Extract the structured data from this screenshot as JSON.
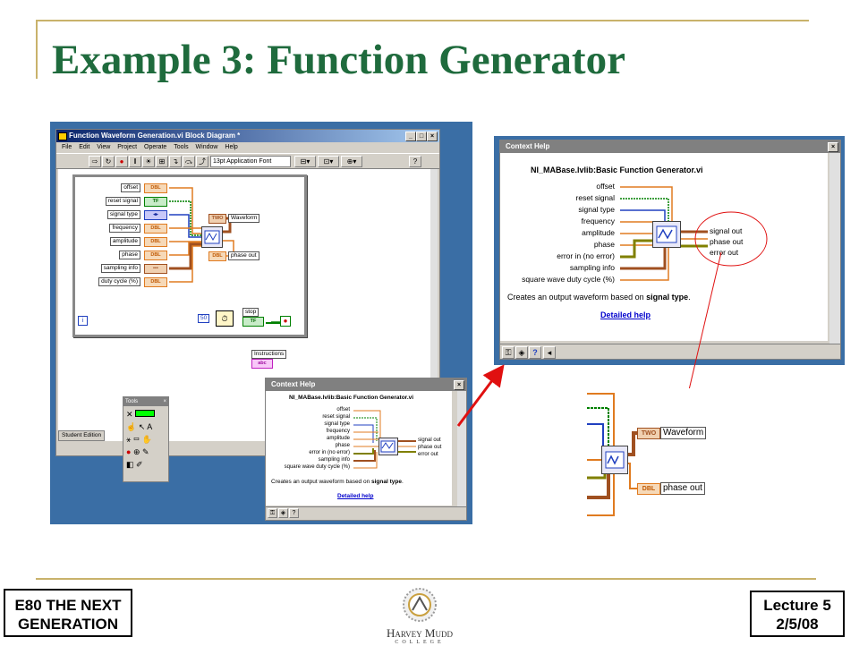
{
  "slide": {
    "title": "Example 3: Function Generator",
    "footer_left_line1": "E80 THE NEXT",
    "footer_left_line2": "GENERATION",
    "footer_right_line1": "Lecture 5",
    "footer_right_line2": "2/5/08",
    "logo_text": "Harvey Mudd",
    "logo_subtext": "COLLEGE"
  },
  "block_diagram": {
    "window_title": "Function Waveform Generation.vi Block Diagram *",
    "menu": [
      "File",
      "Edit",
      "View",
      "Project",
      "Operate",
      "Tools",
      "Window",
      "Help"
    ],
    "font_selector": "13pt Application Font",
    "inputs": [
      {
        "label": "offset",
        "type": "DBL"
      },
      {
        "label": "reset signal",
        "type": "TF"
      },
      {
        "label": "signal type",
        "type": "enum"
      },
      {
        "label": "frequency",
        "type": "DBL"
      },
      {
        "label": "amplitude",
        "type": "DBL"
      },
      {
        "label": "phase",
        "type": "DBL"
      },
      {
        "label": "sampling info",
        "type": "cluster"
      },
      {
        "label": "duty cycle (%)",
        "type": "DBL"
      }
    ],
    "outputs": [
      {
        "label": "Waveform",
        "type": "TWO"
      },
      {
        "label": "phase out",
        "type": "DBL"
      }
    ],
    "wait_constant": "50",
    "stop_label": "stop",
    "instructions_label": "Instructions",
    "student_edition": "Student Edition",
    "loop_index": "i",
    "tools_palette_title": "Tools"
  },
  "context_help_small": {
    "title": "Context Help",
    "vi_name": "NI_MABase.lvlib:Basic Function Generator.vi",
    "inputs": [
      "offset",
      "reset signal",
      "signal type",
      "frequency",
      "amplitude",
      "phase",
      "error in (no error)",
      "sampling info",
      "square wave duty cycle (%)"
    ],
    "outputs": [
      "signal out",
      "phase out",
      "error out"
    ],
    "description_prefix": "Creates an output waveform based on ",
    "description_bold": "signal type",
    "description_suffix": ".",
    "link": "Detailed help"
  },
  "context_help_large": {
    "title": "Context Help",
    "vi_name": "NI_MABase.lvlib:Basic Function Generator.vi",
    "inputs": [
      "offset",
      "reset signal",
      "signal type",
      "frequency",
      "amplitude",
      "phase",
      "error in (no error)",
      "sampling info",
      "square wave duty cycle (%)"
    ],
    "outputs": [
      "signal out",
      "phase out",
      "error out"
    ],
    "description_prefix": "Creates an output waveform based on ",
    "description_bold": "signal type",
    "description_suffix": ".",
    "link": "Detailed help"
  },
  "zoom_detail": {
    "waveform_label": "Waveform",
    "waveform_type": "TWO",
    "phase_label": "phase out",
    "phase_type": "DBL"
  },
  "colors": {
    "title_green": "#1f6b3d",
    "rule_gold": "#c9b26b",
    "wire_orange": "#e07b20",
    "wire_brown": "#a05020",
    "wire_blue": "#2040c0",
    "wire_green": "#008000",
    "arrow_red": "#e01010"
  }
}
